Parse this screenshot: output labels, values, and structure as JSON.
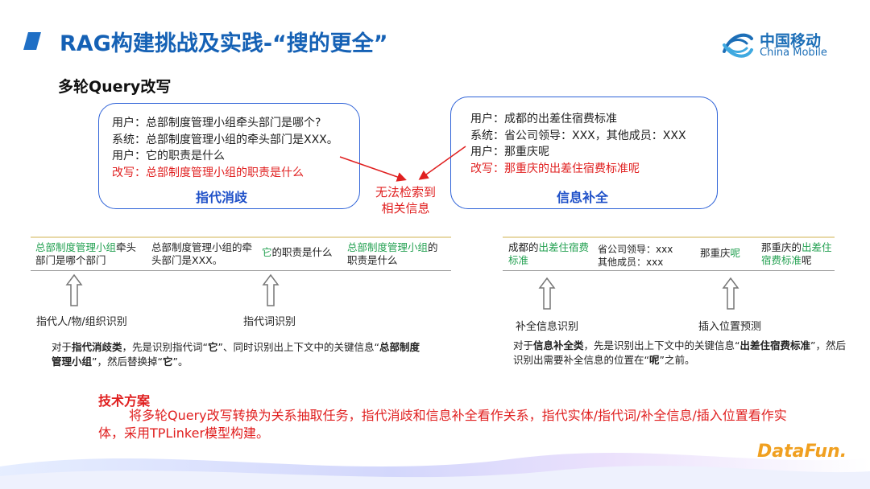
{
  "header": {
    "title": "RAG构建挑战及实践-“搜的更全”",
    "logo_cn": "中国移动",
    "logo_en": "China Mobile"
  },
  "subtitle": "多轮Query改写",
  "left_bubble": {
    "lines": [
      "用户：总部制度管理小组牵头部门是哪个?",
      "系统：总部制度管理小组的牵头部门是XXX。",
      "用户：它的职责是什么",
      "改写：总部制度管理小组的职责是什么"
    ],
    "caption": "指代消歧"
  },
  "right_bubble": {
    "lines": [
      "用户：成都的出差住宿费标准",
      "系统：省公司领导：XXX，其他成员：XXX",
      "用户：那重庆呢",
      "改写：那重庆的出差住宿费标准呢"
    ],
    "caption": "信息补全"
  },
  "center_note": [
    "无法检索到",
    "相关信息"
  ],
  "left_table": {
    "c1_green": "总部制度管理小组",
    "c1_rest": "牵头部门是哪个部门",
    "c2": "总部制度管理小组的牵头部门是XXX。",
    "c3_green": "它",
    "c3_rest": "的职责是什么",
    "c4_green": "总部制度管理小组",
    "c4_rest": "的职责是什么",
    "label1": "指代人/物/组织识别",
    "label2": "指代词识别",
    "desc": {
      "p1": "对于",
      "b1": "指代消歧类",
      "p2": "，先是识别指代词“",
      "b2": "它",
      "p3": "”、同时识别出上下文中的关键信息“",
      "b3": "总部制度管理小组",
      "p4": "”，然后替换掉“",
      "b4": "它",
      "p5": "”。"
    }
  },
  "right_table": {
    "c1_pre": "成都的",
    "c1_green": "出差住宿费标准",
    "c2_l1": "省公司领导：xxx",
    "c2_l2": "其他成员：xxx",
    "c3_pre": "那重庆",
    "c3_green": "呢",
    "c4_pre": "那重庆的",
    "c4_green": "出差住宿费标准",
    "c4_post": "呢",
    "label1": "补全信息识别",
    "label2": "插入位置预测",
    "desc": {
      "p1": "对于",
      "b1": "信息补全类",
      "p2": "，先是识别出上下文中的关键信息“",
      "b2": "出差住宿费标准",
      "p3": "”，然后识别出需要补全信息的位置在“",
      "b3": "呢",
      "p4": "”之前。"
    }
  },
  "tech": {
    "heading": "技术方案",
    "body": "将多轮Query改写转换为关系抽取任务，指代消歧和信息补全看作关系，指代实体/指代词/补全信息/插入位置看作实体，采用TPLinker模型构建。"
  },
  "footer": {
    "brand": "DataFun."
  },
  "colors": {
    "title_blue": "#1561b5",
    "red": "#e02020",
    "green": "#22a050",
    "bubble_border": "#2f63d8"
  }
}
